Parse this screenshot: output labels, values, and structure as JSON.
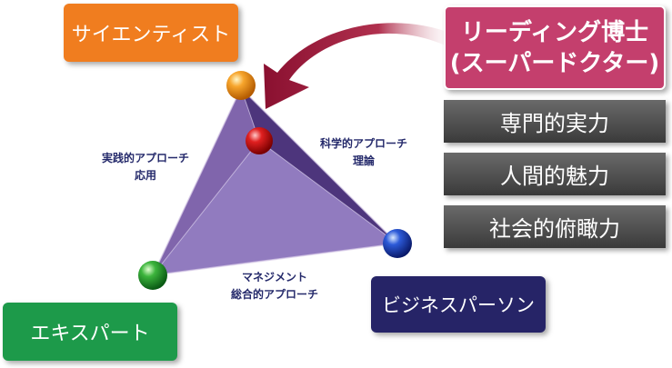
{
  "roles": {
    "scientist": "サイエンティスト",
    "expert": "エキスパート",
    "business_person": "ビジネスパーソン"
  },
  "doctor": {
    "title": "リーディング博士",
    "subtitle": "(スーパードクター)"
  },
  "skills": [
    "専門的実力",
    "人間的魅力",
    "社会的俯瞰力"
  ],
  "approaches": {
    "practical": [
      "実践的アプローチ",
      "応用"
    ],
    "scientific": [
      "科学的アプローチ",
      "理論"
    ],
    "management": [
      "マネジメント",
      "総合的アプローチ"
    ]
  },
  "colors": {
    "scientist": "#f07d1f",
    "expert": "#1d9a4a",
    "business_person": "#262467",
    "doctor": "#c43f6d",
    "pyramid": "#5b3a8e",
    "skill_box": "#4a4a4a"
  }
}
